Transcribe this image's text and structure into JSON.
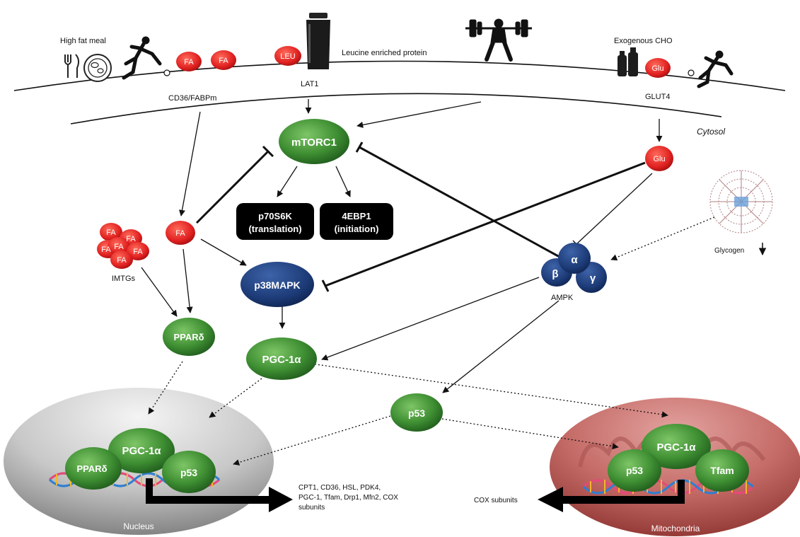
{
  "inputs": {
    "high_fat_meal": "High fat meal",
    "leucine_protein": "Leucine enriched protein",
    "exogenous_cho": "Exogenous CHO"
  },
  "transporters": {
    "cd36": "CD36/FABPm",
    "lat1": "LAT1",
    "glut4": "GLUT4"
  },
  "compartments": {
    "cytosol": "Cytosol",
    "nucleus": "Nucleus",
    "mitochondria": "Mitochondria"
  },
  "molecules": {
    "fa": "FA",
    "leu": "LEU",
    "glu": "Glu",
    "imtgs": "IMTGs",
    "glycogen": "Glycogen"
  },
  "nodes": {
    "mtorc1": "mTORC1",
    "p70s6k_line1": "p70S6K",
    "p70s6k_line2": "(translation)",
    "ebp1_line1": "4EBP1",
    "ebp1_line2": "(initiation)",
    "p38mapk": "p38MAPK",
    "ampk": "AMPK",
    "ampk_alpha": "α",
    "ampk_beta": "β",
    "ampk_gamma": "γ",
    "ppard": "PPARδ",
    "pgc1a": "PGC-1α",
    "p53": "p53",
    "tfam": "Tfam"
  },
  "gene_targets": {
    "nuclear_line1": "CPT1, CD36, HSL, PDK4,",
    "nuclear_line2": "PGC-1, Tfam, Drp1, Mfn2, COX",
    "nuclear_line3": "subunits",
    "mito": "COX subunits"
  },
  "colors": {
    "green": "#4c9a3c",
    "red": "#e02a2a",
    "navy": "#23407a",
    "black_box": "#000000"
  }
}
